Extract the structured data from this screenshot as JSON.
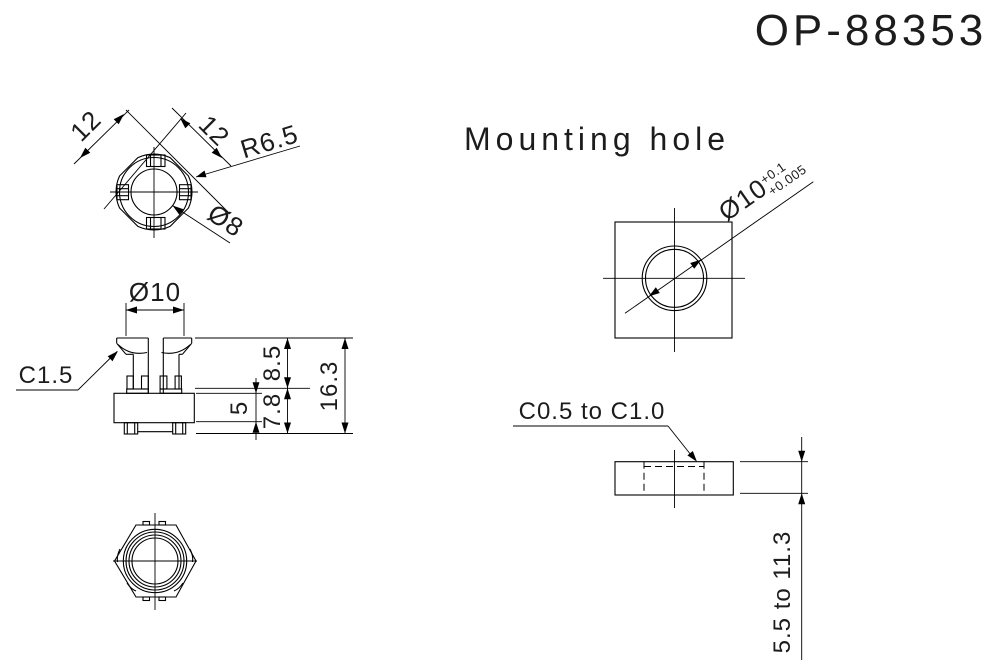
{
  "drawing": {
    "title": "OP-88353",
    "section_title": "Mounting hole",
    "colors": {
      "line": "#000000",
      "background": "#ffffff",
      "text": "#1c1c1c"
    },
    "top_view": {
      "dim_left": "12",
      "dim_right": "12",
      "dim_radius": "R6.5",
      "dim_bore": "Ø8"
    },
    "front_view": {
      "dim_head_dia": "Ø10",
      "dim_chamfer": "C1.5",
      "dim_upper": "8.5",
      "dim_lower": "7.8",
      "dim_total": "16.3",
      "dim_base": "5"
    },
    "mounting_hole_view": {
      "dim_hole_dia": "Ø10",
      "tol_upper": "+0.1",
      "tol_lower": "+0.005"
    },
    "panel_section_view": {
      "dim_chamfer_range": "C0.5 to C1.0",
      "dim_thickness_range": "5.5 to 11.3"
    }
  }
}
